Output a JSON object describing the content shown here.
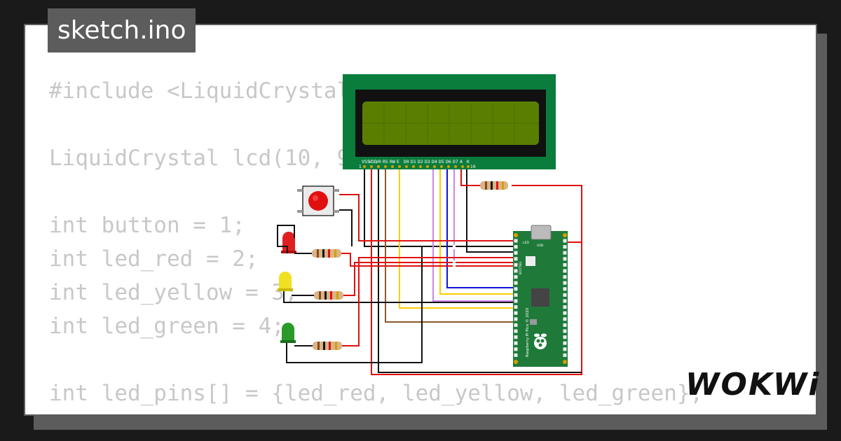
{
  "tab": {
    "filename": "sketch.ino"
  },
  "code_lines": [
    "#include <LiquidCrystal.h>",
    "",
    "LiquidCrystal lcd(10, 9, 8, 7, 6, 5);",
    "",
    "int button = 1;",
    "int led_red = 2;",
    "int led_yellow = 3;",
    "int led_green = 4;",
    "",
    "int led_pins[] = {led_red, led_yellow, led_green};"
  ],
  "lcd": {
    "pin_labels": [
      "VSS",
      "VDD",
      "V0",
      "RS",
      "RW",
      "E",
      "D0",
      "D1",
      "D2",
      "D3",
      "D4",
      "D5",
      "D6",
      "D7",
      "A",
      "K"
    ],
    "pin_first": "1",
    "pin_last": "16"
  },
  "pico": {
    "usb_label": "USB",
    "led_label": "LED",
    "bootsel_label": "BOOTSEL",
    "board_label": "Raspberry Pi Pico © 2020"
  },
  "logo": {
    "text": "WOKWi"
  },
  "colors": {
    "background": "#1a1a1a",
    "card": "#ffffff",
    "frame": "#5c5c5c",
    "code_text": "#c8c8c8",
    "lcd_board": "#0a7d3d",
    "lcd_screen": "#5a7e00",
    "pico_board": "#1f7a3a",
    "wire_red": "#e01010",
    "wire_black": "#111111",
    "wire_yellow": "#ffcc00",
    "wire_violet": "#cc88ee",
    "wire_blue": "#1010dd",
    "wire_brown": "#8a5a2b"
  },
  "icons": [
    "push-button-icon",
    "red-led-icon",
    "yellow-led-icon",
    "green-led-icon",
    "resistor-icon",
    "raspberry-pi-logo-icon"
  ]
}
